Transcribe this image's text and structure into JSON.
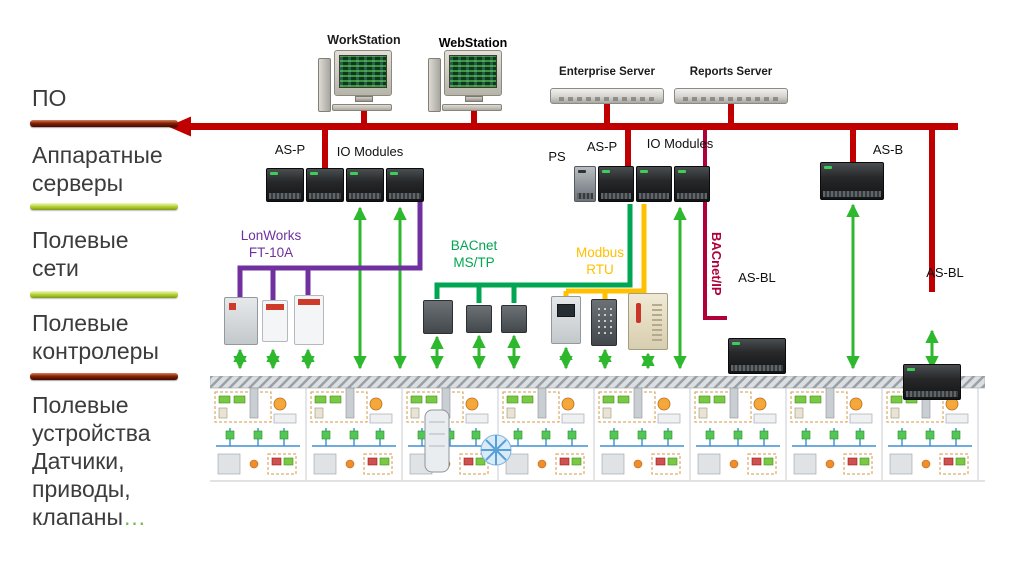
{
  "sidebar": {
    "items": [
      {
        "label": "ПО"
      },
      {
        "label": "Аппаратные\nсерверы"
      },
      {
        "label": "Полевые\nсети"
      },
      {
        "label": "Полевые\nконтролеры"
      },
      {
        "label": "Полевые\nустройства\nДатчики,\nприводы,\nклапаны",
        "suffix": "…"
      }
    ]
  },
  "top_row": {
    "workstation": "WorkStation",
    "webstation": "WebStation",
    "enterprise_server": "Enterprise Server",
    "reports_server": "Reports Server"
  },
  "controllers": {
    "asp_left": "AS-P",
    "io_modules_left": "IO Modules",
    "ps": "PS",
    "asp_right": "AS-P",
    "io_modules_right": "IO Modules",
    "asb": "AS-B",
    "asbl_mid": "AS-BL",
    "asbl_right": "AS-BL"
  },
  "networks": {
    "backbone": {
      "color": "#C00000"
    },
    "lonworks": {
      "label": "LonWorks\nFT-10A",
      "color": "#7030A0"
    },
    "bacnet_mstp": {
      "label": "BACnet\nMS/TP",
      "color": "#00A651"
    },
    "modbus_rtu": {
      "label": "Modbus\nRTU",
      "color": "#FFC000"
    },
    "bacnet_ip": {
      "label": "BACnet/IP",
      "color": "#B0003A"
    },
    "field_arrows": {
      "color": "#2EB82E"
    }
  }
}
